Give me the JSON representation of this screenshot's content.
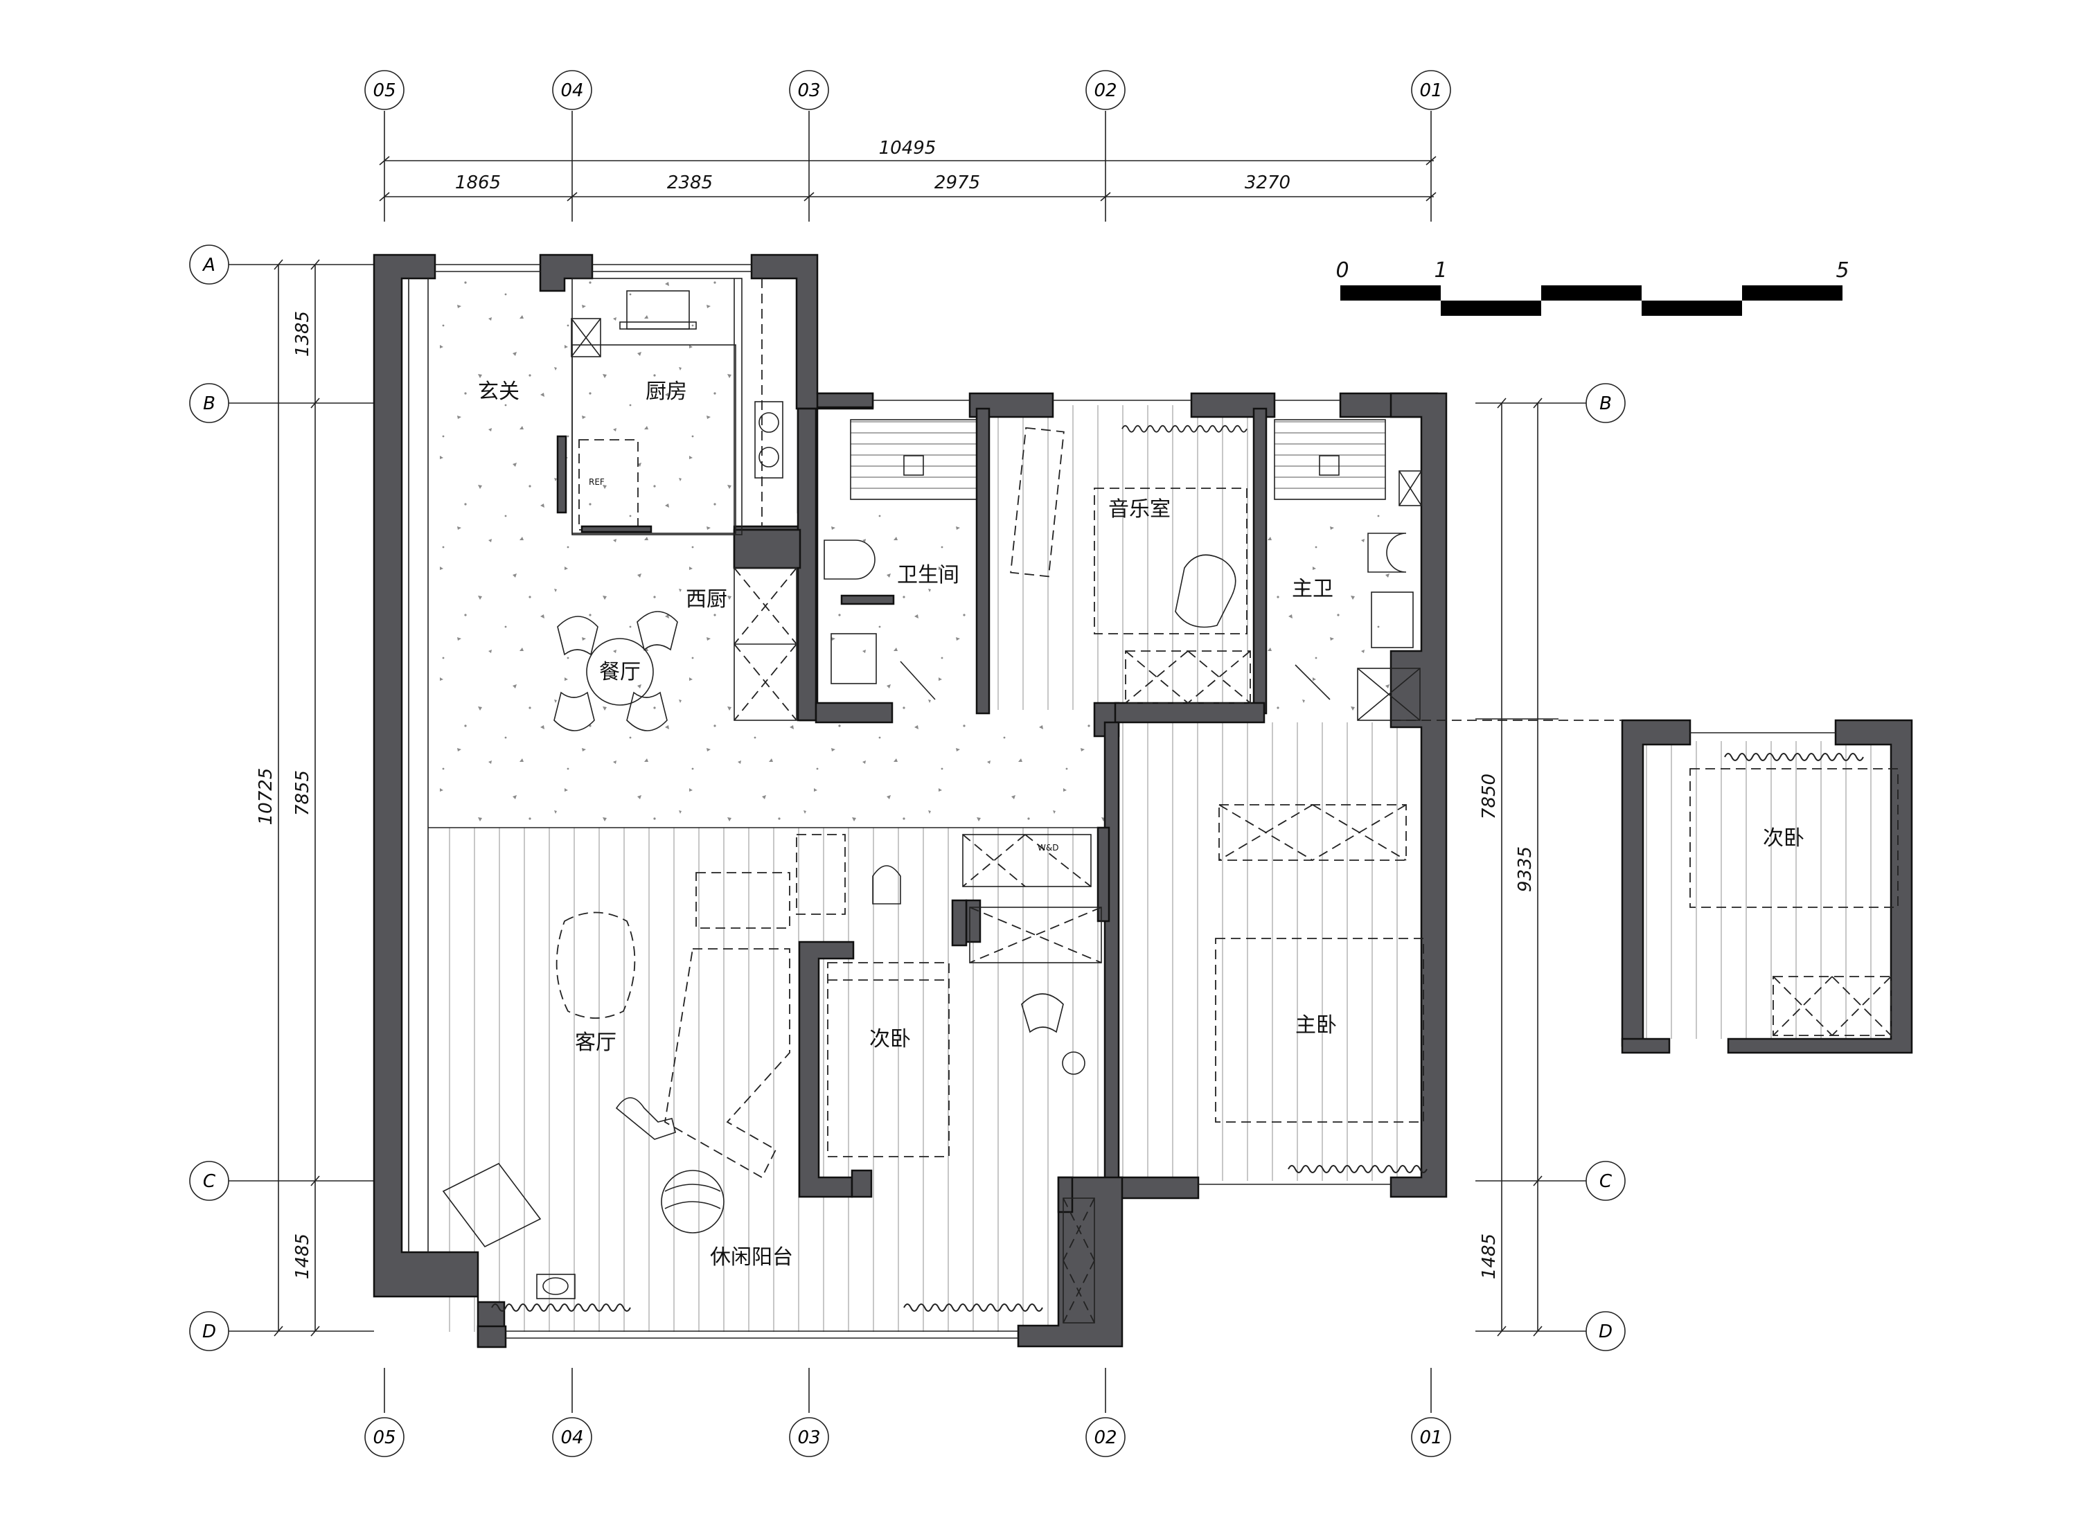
{
  "overall_dimension": "10495",
  "segment_dimensions": [
    "1865",
    "2385",
    "2975",
    "3270"
  ],
  "axis_columns": [
    "05",
    "04",
    "03",
    "02",
    "01"
  ],
  "axis_rows": [
    "A",
    "B",
    "C",
    "D"
  ],
  "left_dimensions": {
    "total": "10725",
    "partial": "7855",
    "top": "1385",
    "bottom": "1485"
  },
  "right_dimensions": {
    "total": "9335",
    "partial": "7850",
    "bottom": "1485"
  },
  "scale_bar": {
    "labels": [
      "0",
      "1",
      "5"
    ]
  },
  "rooms": {
    "entry": "玄关",
    "kitchen": "厨房",
    "western_kitchen": "西厨",
    "dining": "餐厅",
    "bathroom": "卫生间",
    "music_room": "音乐室",
    "master_bath": "主卫",
    "living": "客厅",
    "second_bedroom": "次卧",
    "master_bedroom": "主卧",
    "balcony": "休闲阳台",
    "alt_second_bedroom": "次卧"
  },
  "labels": {
    "washer_dryer": "W&D",
    "fridge": "REF"
  }
}
